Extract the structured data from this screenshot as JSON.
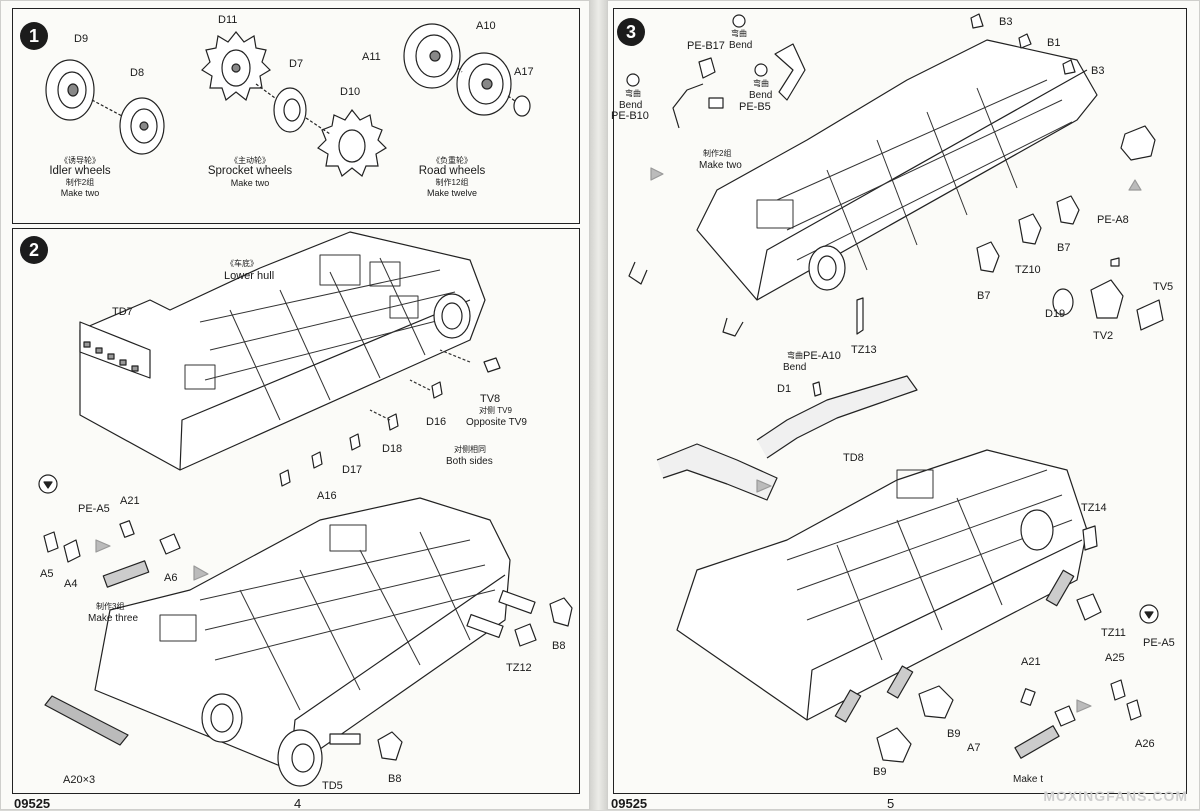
{
  "left_page": {
    "product_code": "09525",
    "page_number": "4",
    "step1": {
      "number": "1",
      "parts": [
        "D9",
        "D8",
        "D11",
        "D7",
        "D10",
        "A11",
        "A10",
        "A17"
      ],
      "groups": [
        {
          "zh": "《诱导轮》",
          "en": "Idler wheels",
          "note_zh": "制作2组",
          "note_en": "Make two"
        },
        {
          "zh": "《主动轮》",
          "en": "Sprocket wheels",
          "note_zh": "",
          "note_en": "Make two"
        },
        {
          "zh": "《负重轮》",
          "en": "Road wheels",
          "note_zh": "制作12组",
          "note_en": "Make twelve"
        }
      ]
    },
    "step2": {
      "number": "2",
      "lower_hull_zh": "《车底》",
      "lower_hull_en": "Lower hull",
      "parts": {
        "td7": "TD7",
        "tv8": "TV8",
        "tv9_zh": "对侧 TV9",
        "tv9_en": "Opposite TV9",
        "d16": "D16",
        "d18": "D18",
        "d17": "D17",
        "a16": "A16",
        "both_zh": "对侧相同",
        "both_en": "Both sides",
        "pe_a5": "PE-A5",
        "a21": "A21",
        "a5": "A5",
        "a4": "A4",
        "a6": "A6",
        "make3_zh": "制作3组",
        "make3_en": "Make three",
        "b8a": "B8",
        "tz12": "TZ12",
        "a20": "A20×3",
        "td5": "TD5",
        "b8b": "B8"
      }
    }
  },
  "right_page": {
    "product_code": "09525",
    "page_number": "5",
    "step3": {
      "number": "3",
      "parts": {
        "pe_b17": "PE-B17",
        "bend_zh": "弯曲",
        "bend_en": "Bend",
        "pe_b5": "PE-B5",
        "pe_b10": "PE-B10",
        "make2_zh": "制作2组",
        "make2_en": "Make two",
        "b3a": "B3",
        "b1": "B1",
        "b3b": "B3",
        "b7a": "B7",
        "b7b": "B7",
        "tz10": "TZ10",
        "pe_a8": "PE-A8",
        "tv5": "TV5",
        "d19": "D19",
        "tv2": "TV2",
        "tz13": "TZ13",
        "pe_a10": "PE-A10",
        "d1": "D1",
        "td8": "TD8",
        "tz14": "TZ14",
        "tz11": "TZ11",
        "pe_a5": "PE-A5",
        "a21": "A21",
        "a25": "A25",
        "b9a": "B9",
        "b9b": "B9",
        "a7": "A7",
        "a26": "A26",
        "make3_en": "Make t"
      }
    }
  },
  "watermark": "MOXINGFANS.COM",
  "colors": {
    "ink": "#1a1a1a",
    "paper": "#fbfbf8",
    "step_badge": "#1c1c1c"
  }
}
